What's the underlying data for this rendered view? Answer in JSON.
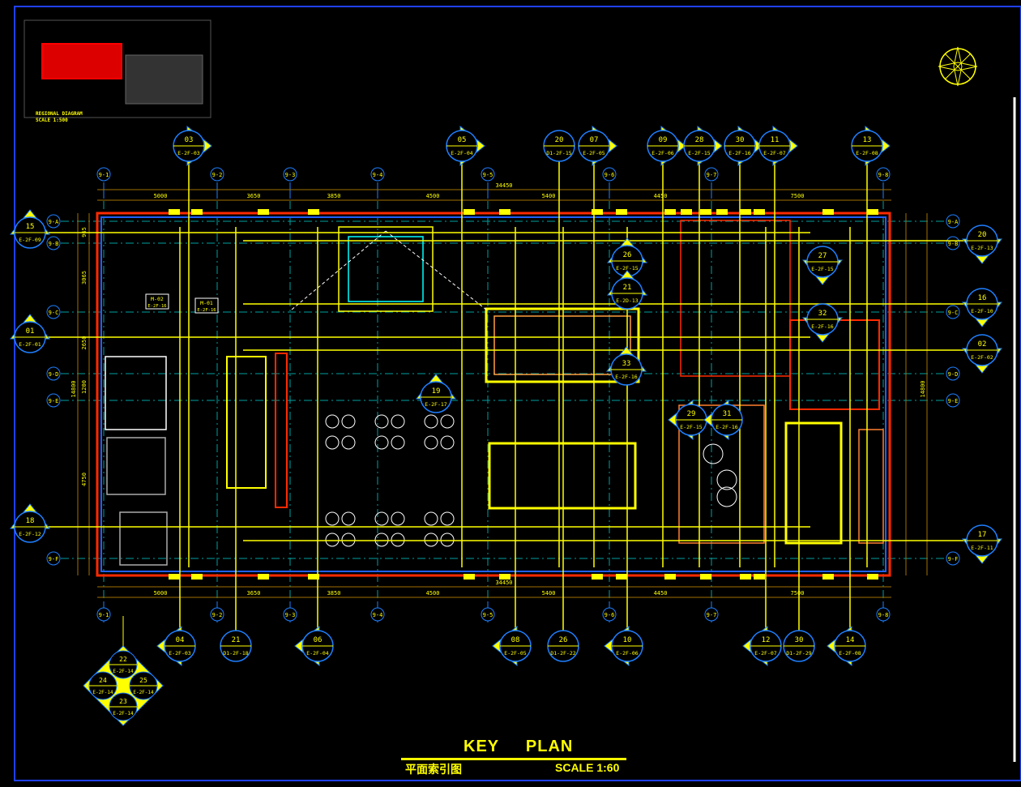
{
  "title": {
    "main_a": "KEY",
    "main_b": "PLAN",
    "subtitle": "平面索引图",
    "scale": "SCALE 1:60"
  },
  "regional_diagram": {
    "line1": "REGIONAL DIAGRAM",
    "line2": "SCALE 1:500"
  },
  "colors": {
    "background": "#000000",
    "marker": "#ffff00",
    "bubble": "#1e7fff",
    "wall": "#ff2a00",
    "axis": "#00a0a0",
    "dimension": "#a07000",
    "frame": "#2040ff"
  },
  "dimensions": {
    "top": [
      "5000",
      "3650",
      "3850",
      "4500",
      "5400",
      "4450",
      "7500"
    ],
    "overall": "34450",
    "left": [
      "965",
      "3065",
      "2650",
      "1200",
      "4750"
    ],
    "left_overall": "14800",
    "right_overall": "14800"
  },
  "axis_bubbles": {
    "vertical": [
      "9-1",
      "9-2",
      "9-3",
      "9-4",
      "9-5",
      "9-6",
      "9-7",
      "9-8"
    ],
    "horizontal": [
      "9-A",
      "9-B",
      "9-C",
      "9-D",
      "9-E",
      "9-F"
    ]
  },
  "markers": {
    "top": [
      {
        "num": "03",
        "ref": "E-2F-03"
      },
      {
        "num": "05",
        "ref": "E-2F-04"
      },
      {
        "num": "20",
        "ref": "D1-2F-15"
      },
      {
        "num": "07",
        "ref": "E-2F-05"
      },
      {
        "num": "09",
        "ref": "E-2F-06"
      },
      {
        "num": "28",
        "ref": "E-2F-15"
      },
      {
        "num": "30",
        "ref": "E-2F-16"
      },
      {
        "num": "11",
        "ref": "E-2F-07"
      },
      {
        "num": "13",
        "ref": "E-2F-08"
      }
    ],
    "bottom": [
      {
        "num": "04",
        "ref": "E-2F-03"
      },
      {
        "num": "21",
        "ref": "D1-2F-18"
      },
      {
        "num": "06",
        "ref": "E-2F-04"
      },
      {
        "num": "08",
        "ref": "E-2F-05"
      },
      {
        "num": "26",
        "ref": "D1-2F-22"
      },
      {
        "num": "10",
        "ref": "E-2F-06"
      },
      {
        "num": "12",
        "ref": "E-2F-07"
      },
      {
        "num": "30",
        "ref": "D1-2F-29"
      },
      {
        "num": "14",
        "ref": "E-2F-08"
      }
    ],
    "left": [
      {
        "num": "15",
        "ref": "E-2F-09"
      },
      {
        "num": "01",
        "ref": "E-2F-01"
      },
      {
        "num": "18",
        "ref": "E-2F-12"
      }
    ],
    "right": [
      {
        "num": "20",
        "ref": "E-2F-13"
      },
      {
        "num": "16",
        "ref": "E-2F-10"
      },
      {
        "num": "02",
        "ref": "E-2F-02"
      },
      {
        "num": "17",
        "ref": "E-2F-11"
      }
    ],
    "interior": [
      {
        "num": "26",
        "ref": "E-2F-15"
      },
      {
        "num": "21",
        "ref": "E-2D-13"
      },
      {
        "num": "33",
        "ref": "E-2F-16"
      },
      {
        "num": "19",
        "ref": "E-2F-17"
      },
      {
        "num": "29",
        "ref": "E-2F-15"
      },
      {
        "num": "31",
        "ref": "E-2F-16"
      },
      {
        "num": "27",
        "ref": "E-2F-15"
      },
      {
        "num": "32",
        "ref": "E-2F-16"
      }
    ],
    "cluster": [
      {
        "num": "22",
        "ref": "E-2F-14"
      },
      {
        "num": "24",
        "ref": "E-2F-14"
      },
      {
        "num": "25",
        "ref": "E-2F-14"
      },
      {
        "num": "23",
        "ref": "E-2F-14"
      }
    ],
    "tags": [
      {
        "num": "M-02",
        "ref": "E-2F-16"
      },
      {
        "num": "M-01",
        "ref": "E-2F-16"
      }
    ]
  }
}
